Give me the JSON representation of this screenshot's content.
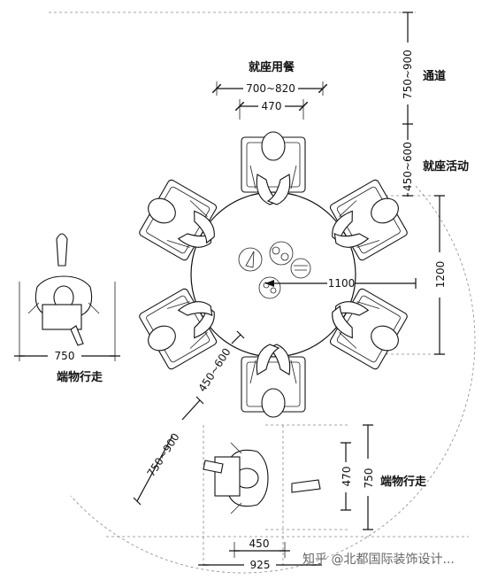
{
  "labels": {
    "seating_dining": "就座用餐",
    "passage": "通道",
    "seating_activity": "就座活动",
    "carry_walk": "端物行走"
  },
  "dimensions": {
    "d_700_820": "700~820",
    "d_470_top": "470",
    "d_750_900_right": "750~900",
    "d_450_600_right": "450~600",
    "d_1100": "1100",
    "d_1200": "1200",
    "d_750_left": "750",
    "d_450_600_diag": "450~600",
    "d_750_900_diag": "750~900",
    "d_470_bottom": "470",
    "d_750_bottom": "750",
    "d_450": "450",
    "d_925": "925"
  },
  "watermark": "知乎 @北都国际装饰设计..."
}
